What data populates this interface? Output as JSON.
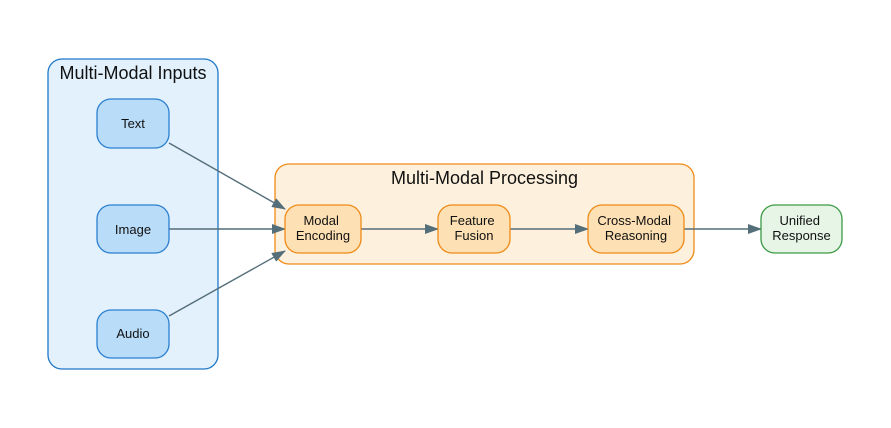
{
  "clusters": {
    "inputs": {
      "title": "Multi-Modal Inputs",
      "fill": "#e3f1fc",
      "stroke": "#1e78c8"
    },
    "processing": {
      "title": "Multi-Modal Processing",
      "fill": "#fdf0dc",
      "stroke": "#ef8a17"
    }
  },
  "nodes": {
    "text": {
      "lines": [
        "Text"
      ],
      "fill": "#b9dcf9",
      "stroke": "#2a7fd0"
    },
    "image": {
      "lines": [
        "Image"
      ],
      "fill": "#b9dcf9",
      "stroke": "#2a7fd0"
    },
    "audio": {
      "lines": [
        "Audio"
      ],
      "fill": "#b9dcf9",
      "stroke": "#2a7fd0"
    },
    "modal_encoding": {
      "lines": [
        "Modal",
        "Encoding"
      ],
      "fill": "#fde0b3",
      "stroke": "#ef8a17"
    },
    "feature_fusion": {
      "lines": [
        "Feature",
        "Fusion"
      ],
      "fill": "#fde0b3",
      "stroke": "#ef8a17"
    },
    "cross_modal_reasoning": {
      "lines": [
        "Cross-Modal",
        "Reasoning"
      ],
      "fill": "#fde0b3",
      "stroke": "#ef8a17"
    },
    "unified_response": {
      "lines": [
        "Unified",
        "Response"
      ],
      "fill": "#e6f5e6",
      "stroke": "#3c9a45"
    }
  },
  "edges": [
    {
      "from": "text",
      "to": "modal_encoding"
    },
    {
      "from": "image",
      "to": "modal_encoding"
    },
    {
      "from": "audio",
      "to": "modal_encoding"
    },
    {
      "from": "modal_encoding",
      "to": "feature_fusion"
    },
    {
      "from": "feature_fusion",
      "to": "cross_modal_reasoning"
    },
    {
      "from": "cross_modal_reasoning",
      "to": "unified_response"
    }
  ],
  "edge_color": "#546e7a"
}
